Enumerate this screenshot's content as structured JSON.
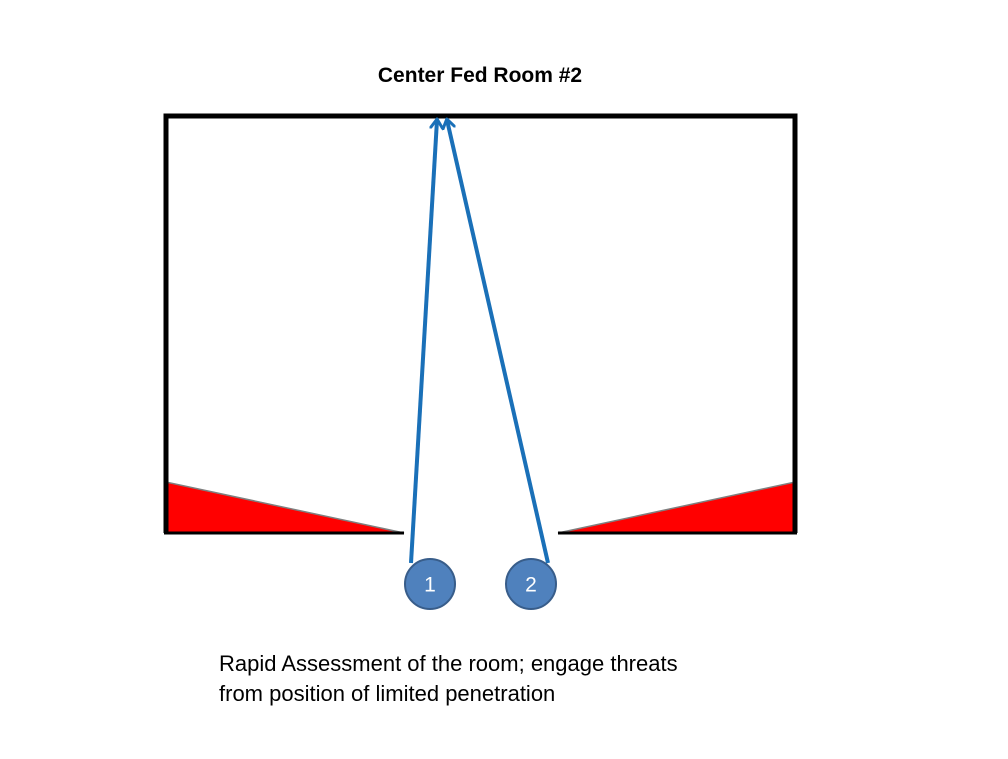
{
  "title": "Center Fed Room #2",
  "markers": [
    {
      "label": "1"
    },
    {
      "label": "2"
    }
  ],
  "caption": {
    "line1": "Rapid Assessment of the room; engage threats",
    "line2": "from position of  limited penetration"
  },
  "colors": {
    "wall": "#000000",
    "danger_zone": "#ff0000",
    "danger_zone_edge": "#7f7f7f",
    "path": "#1a70b8",
    "marker_fill": "#4f81bd",
    "marker_stroke": "#385d8a",
    "marker_text": "#ffffff"
  }
}
